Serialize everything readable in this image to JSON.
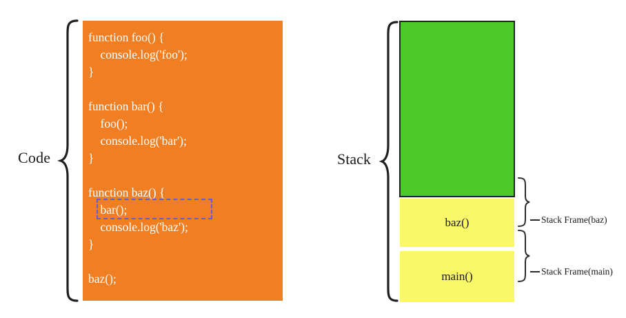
{
  "figure": {
    "title": "JavaScript call stack illustration",
    "colors": {
      "code_background": "#f07e22",
      "code_text": "#ffffff",
      "highlight_border": "#6a5acd",
      "stack_free": "#4ec92a",
      "stack_frame": "#faf76a",
      "outline": "#1f1f1f",
      "label_text": "#1a1a1a",
      "page_background": "#ffffff"
    }
  },
  "code_section": {
    "label": "Code",
    "lines": [
      "function foo() {",
      "    console.log('foo');",
      "}",
      "",
      "function bar() {",
      "    foo();",
      "    console.log('bar');",
      "}",
      "",
      "function baz() {",
      "    bar();",
      "    console.log('baz');",
      "}",
      "",
      "baz();"
    ],
    "highlighted_line": "    bar();",
    "highlighted_line_index": 10
  },
  "stack_section": {
    "label": "Stack",
    "free_space": {
      "name": "free-stack-space",
      "text": ""
    },
    "frames": [
      {
        "label": "baz()",
        "annotation": "Stack Frame(baz)"
      },
      {
        "label": "main()",
        "annotation": "Stack Frame(main)"
      }
    ]
  }
}
